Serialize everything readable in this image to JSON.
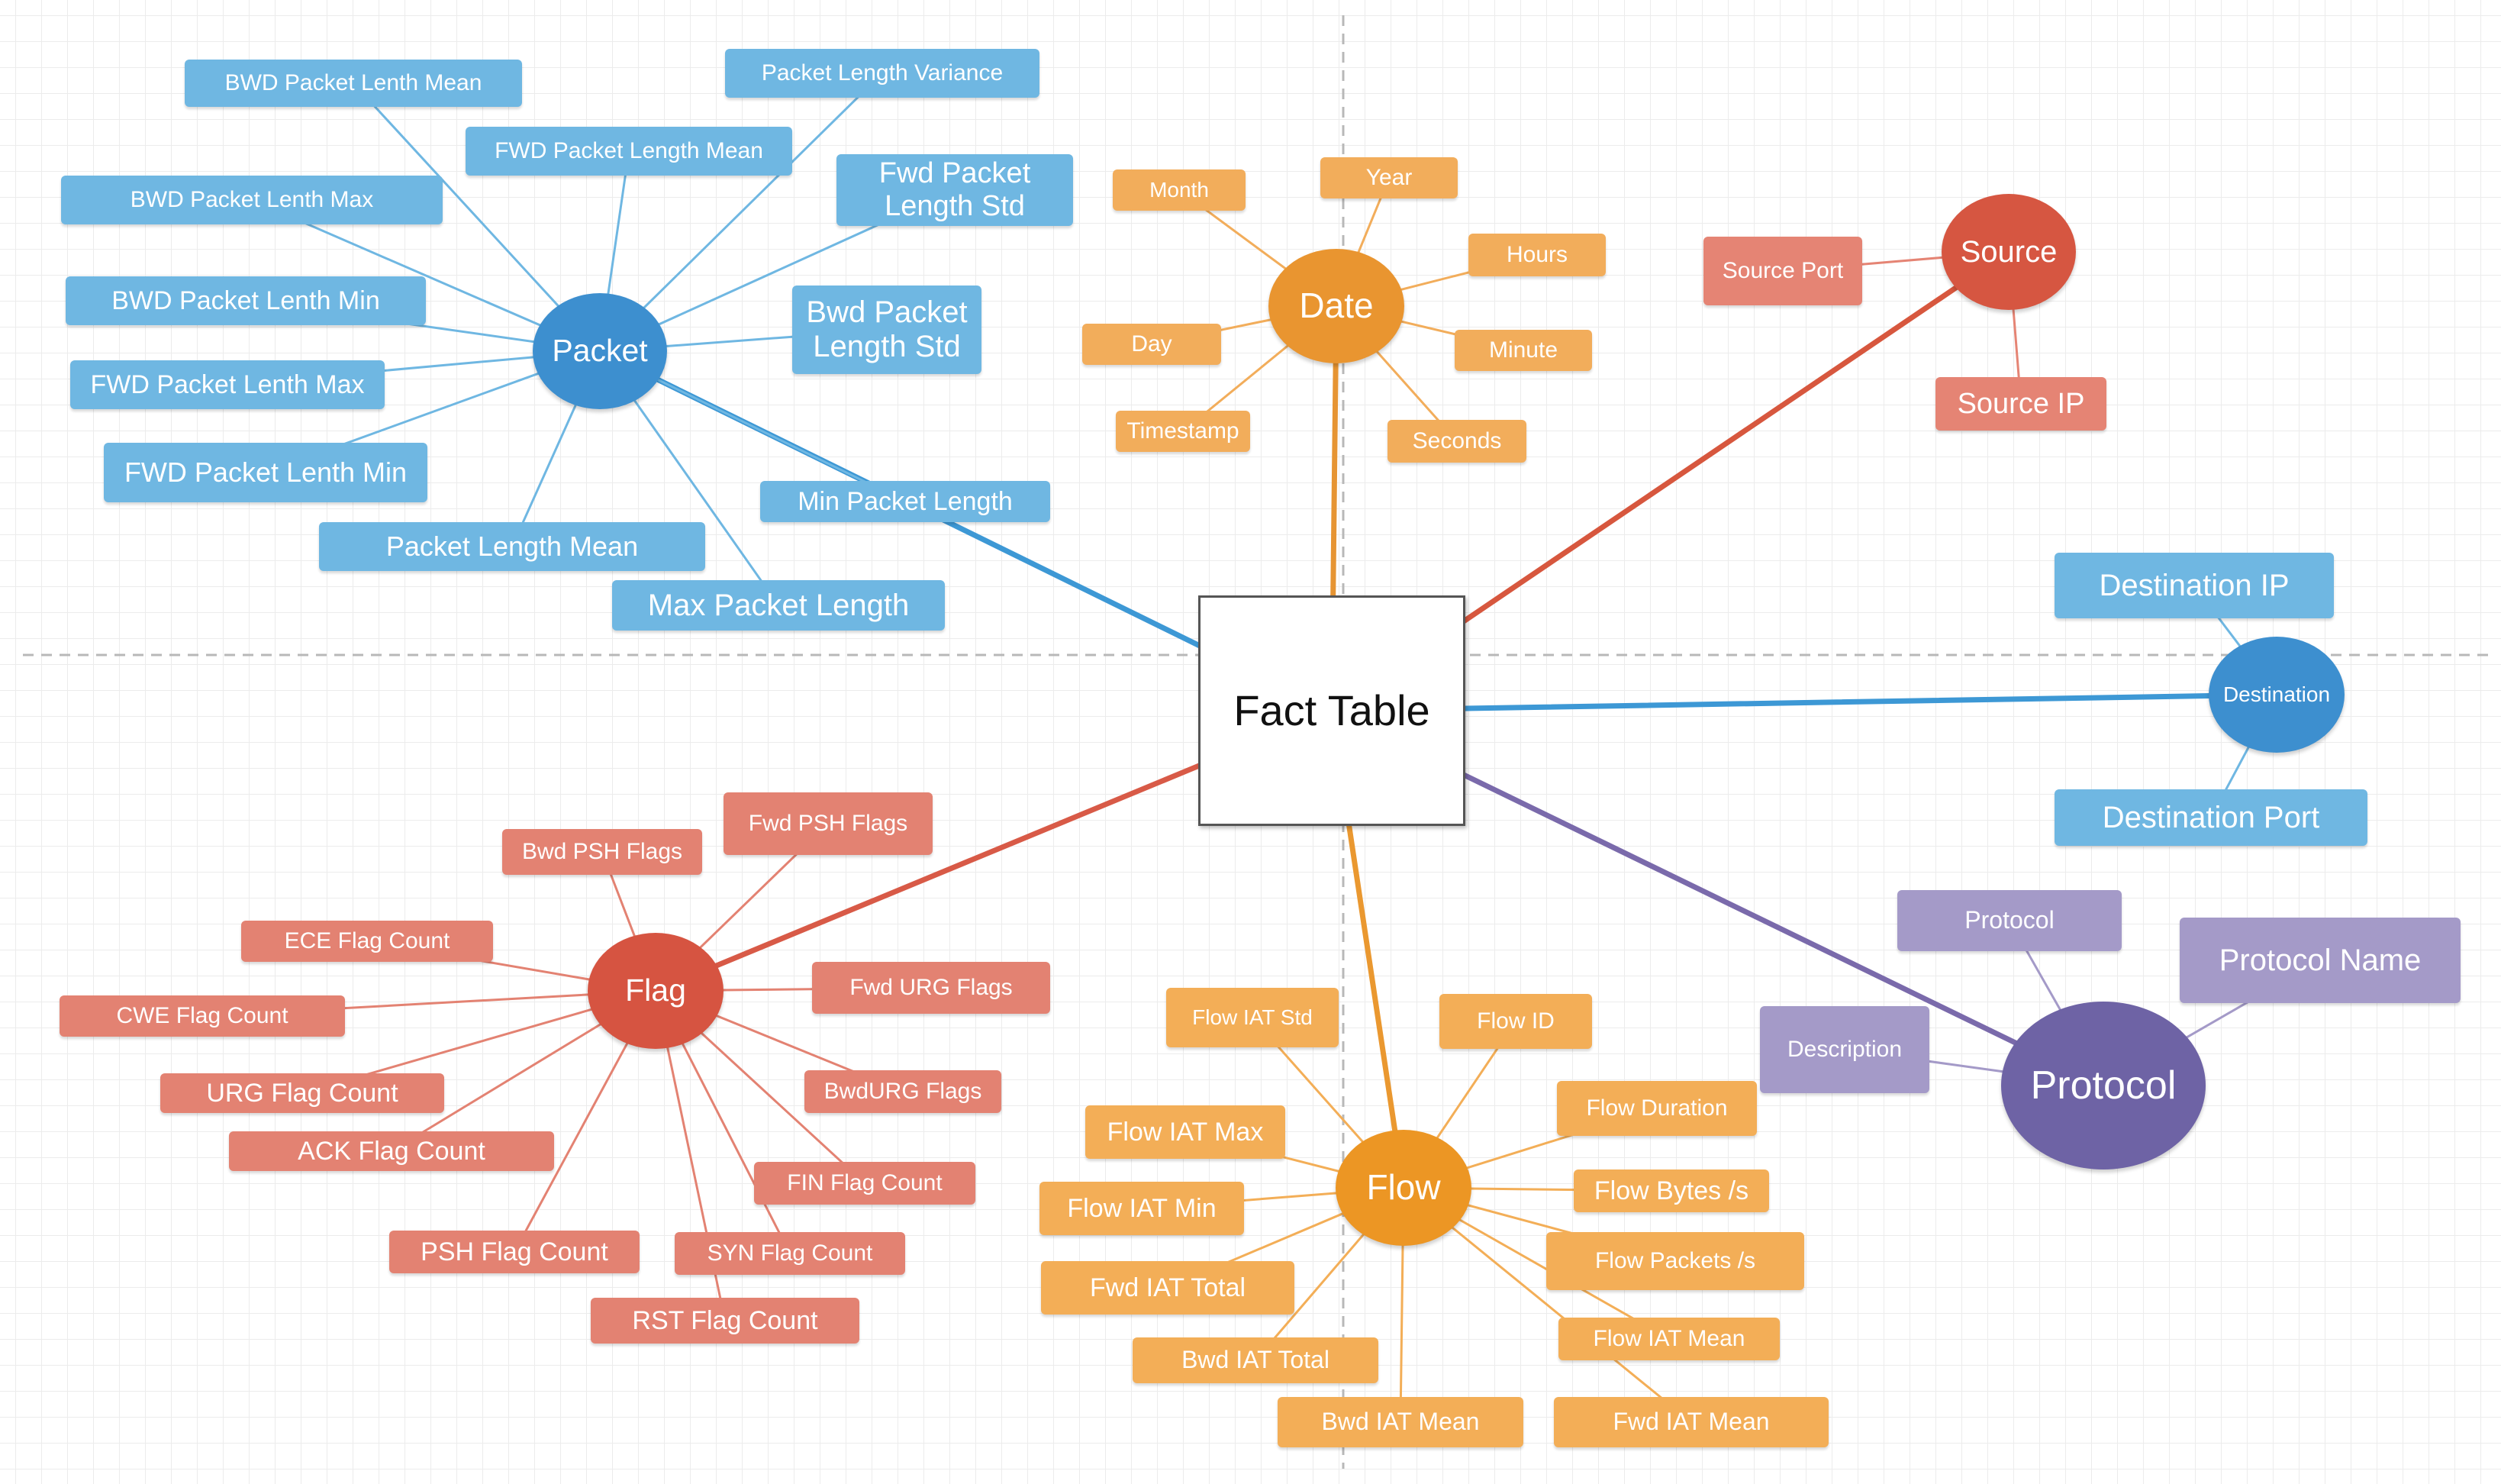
{
  "colors": {
    "packet_hub": "#3d8fcf",
    "packet_attr": "#6fb7e2",
    "packet_line": "#3d98d5",
    "date_hub": "#e99530",
    "date_attr": "#f2ad5b",
    "date_line": "#e69432",
    "source_hub": "#d65641",
    "source_attr": "#e58474",
    "source_line": "#d7573e",
    "dest_hub": "#3d8fcf",
    "dest_attr": "#6fb7e2",
    "dest_line": "#3d98d5",
    "protocol_hub": "#6e63a5",
    "protocol_attr": "#a49ac8",
    "protocol_line": "#7a6aab",
    "flag_hub": "#d65441",
    "flag_attr": "#e38272",
    "flag_line": "#d85a47",
    "flow_hub": "#ec9624",
    "flow_attr": "#f3ae57",
    "flow_line": "#ea9830",
    "center_border": "#555555"
  },
  "center": {
    "label": "Fact Table"
  },
  "hubs": {
    "packet": {
      "label": "Packet",
      "icon": "none"
    },
    "date": {
      "label": "Date"
    },
    "source": {
      "label": "Source"
    },
    "destination": {
      "label": "Destination"
    },
    "protocol": {
      "label": "Protocol"
    },
    "flag": {
      "label": "Flag"
    },
    "flow": {
      "label": "Flow"
    }
  },
  "attributes": {
    "packet": [
      "BWD Packet Lenth Mean",
      "Packet Length Variance",
      "FWD Packet Length Mean",
      "BWD Packet Lenth Max",
      "Fwd Packet\nLength Std",
      "BWD Packet Lenth Min",
      "Bwd Packet\nLength Std",
      "FWD Packet Lenth Max",
      "FWD Packet Lenth Min",
      "Min Packet Length",
      "Packet Length Mean",
      "Max Packet Length"
    ],
    "date": [
      "Month",
      "Year",
      "Hours",
      "Day",
      "Minute",
      "Timestamp",
      "Seconds"
    ],
    "source": [
      "Source Port",
      "Source IP"
    ],
    "destination": [
      "Destination IP",
      "Destination Port"
    ],
    "protocol": [
      "Protocol",
      "Protocol Name",
      "Description"
    ],
    "flag": [
      "Fwd PSH Flags",
      "Bwd PSH Flags",
      "ECE Flag Count",
      "CWE Flag Count",
      "Fwd URG Flags",
      "URG Flag Count",
      "BwdURG Flags",
      "ACK Flag Count",
      "FIN Flag Count",
      "PSH Flag Count",
      "SYN Flag Count",
      "RST Flag Count"
    ],
    "flow": [
      "Flow IAT Std",
      "Flow ID",
      "Flow Duration",
      "Flow IAT Max",
      "Flow Bytes /s",
      "Flow IAT Min",
      "Flow Packets /s",
      "Fwd IAT Total",
      "Flow IAT Mean",
      "Bwd IAT Total",
      "Bwd IAT Mean",
      "Fwd IAT Mean"
    ]
  }
}
